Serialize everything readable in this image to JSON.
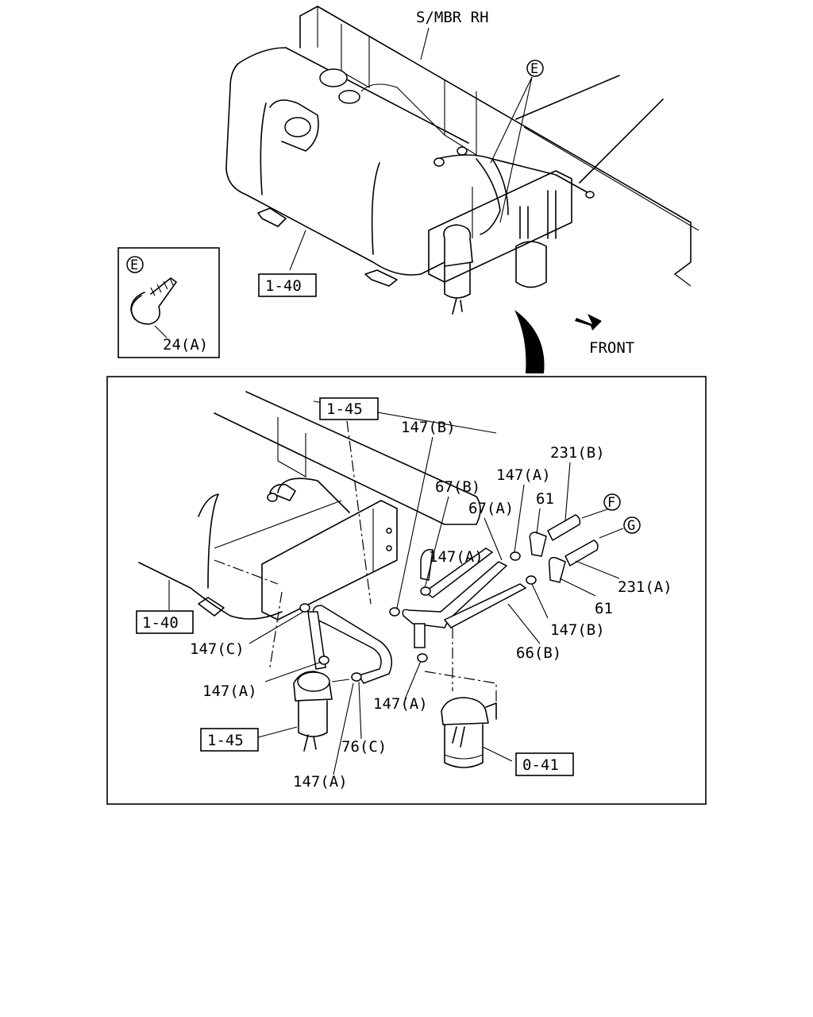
{
  "top": {
    "member_label": "S/MBR RH",
    "front_label": "FRONT",
    "callout_e": "E",
    "tank_ref": "1-40",
    "detail_e": {
      "badge": "E",
      "part": "24(A)"
    }
  },
  "detail": {
    "refs": {
      "r145_top": "1-45",
      "r140": "1-40",
      "r145_bottom": "1-45",
      "r041": "0-41"
    },
    "callouts": {
      "f": "F",
      "g": "G"
    },
    "parts": {
      "p147b_top": "147(B)",
      "p67b": "67(B)",
      "p67a": "67(A)",
      "p147a_1": "147(A)",
      "p231b": "231(B)",
      "p61_top": "61",
      "p147a_2": "147(A)",
      "p231a": "231(A)",
      "p61_bottom": "61",
      "p147b_bottom": "147(B)",
      "p66b": "66(B)",
      "p147c": "147(C)",
      "p147a_3": "147(A)",
      "p147a_4": "147(A)",
      "p76c": "76(C)",
      "p147a_5": "147(A)"
    }
  }
}
